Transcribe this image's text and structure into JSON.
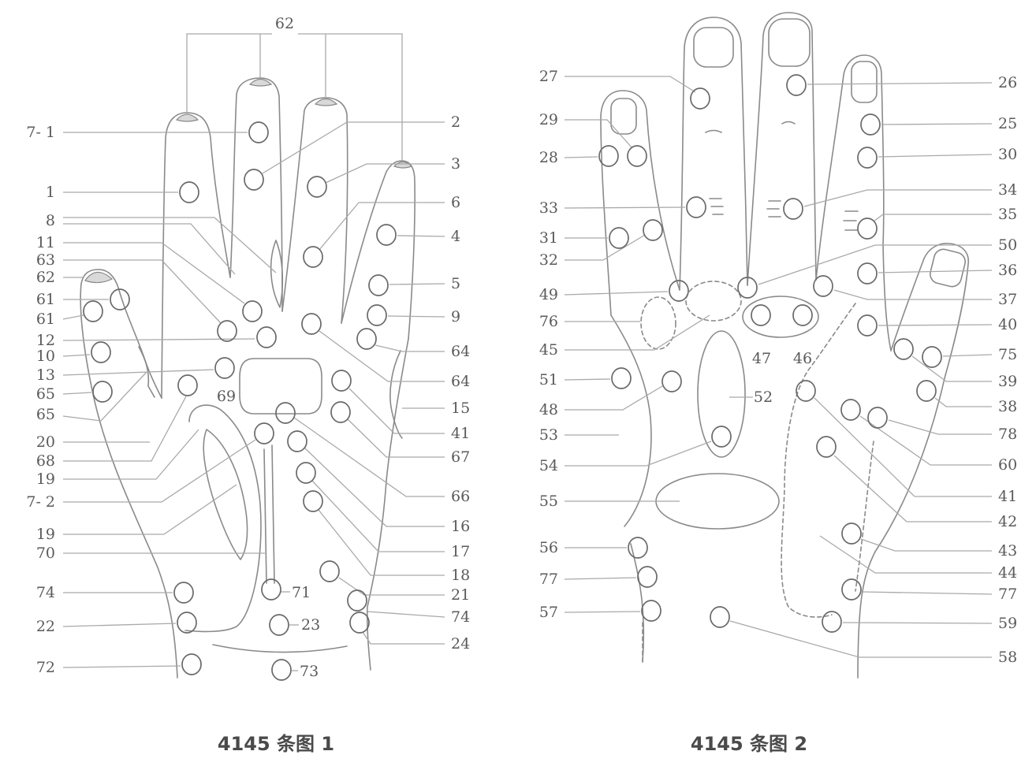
{
  "figure_1": {
    "caption": "4145 条图 1",
    "bracket_label": "62",
    "left_labels": [
      "7- 1",
      "1",
      "8",
      "11",
      "63",
      "62",
      "61",
      "61",
      "12",
      "10",
      "13",
      "65",
      "65",
      "20",
      "68",
      "19",
      "7- 2",
      "19",
      "70",
      "74",
      "22",
      "72"
    ],
    "right_labels": [
      "2",
      "3",
      "6",
      "4",
      "5",
      "9",
      "64",
      "64",
      "15",
      "41",
      "67",
      "66",
      "16",
      "17",
      "18",
      "21",
      "74",
      "24"
    ],
    "inline_labels": [
      "69",
      "71",
      "23",
      "73"
    ]
  },
  "figure_2": {
    "caption": "4145 条图 2",
    "left_labels": [
      "27",
      "29",
      "28",
      "33",
      "31",
      "32",
      "49",
      "76",
      "45",
      "51",
      "48",
      "53",
      "54",
      "55",
      "56",
      "77",
      "57"
    ],
    "right_labels": [
      "26",
      "25",
      "30",
      "34",
      "35",
      "50",
      "36",
      "37",
      "40",
      "75",
      "39",
      "38",
      "78",
      "60",
      "41",
      "42",
      "43",
      "44",
      "77",
      "59",
      "58"
    ],
    "inline_labels": [
      "47",
      "46",
      "52"
    ]
  }
}
